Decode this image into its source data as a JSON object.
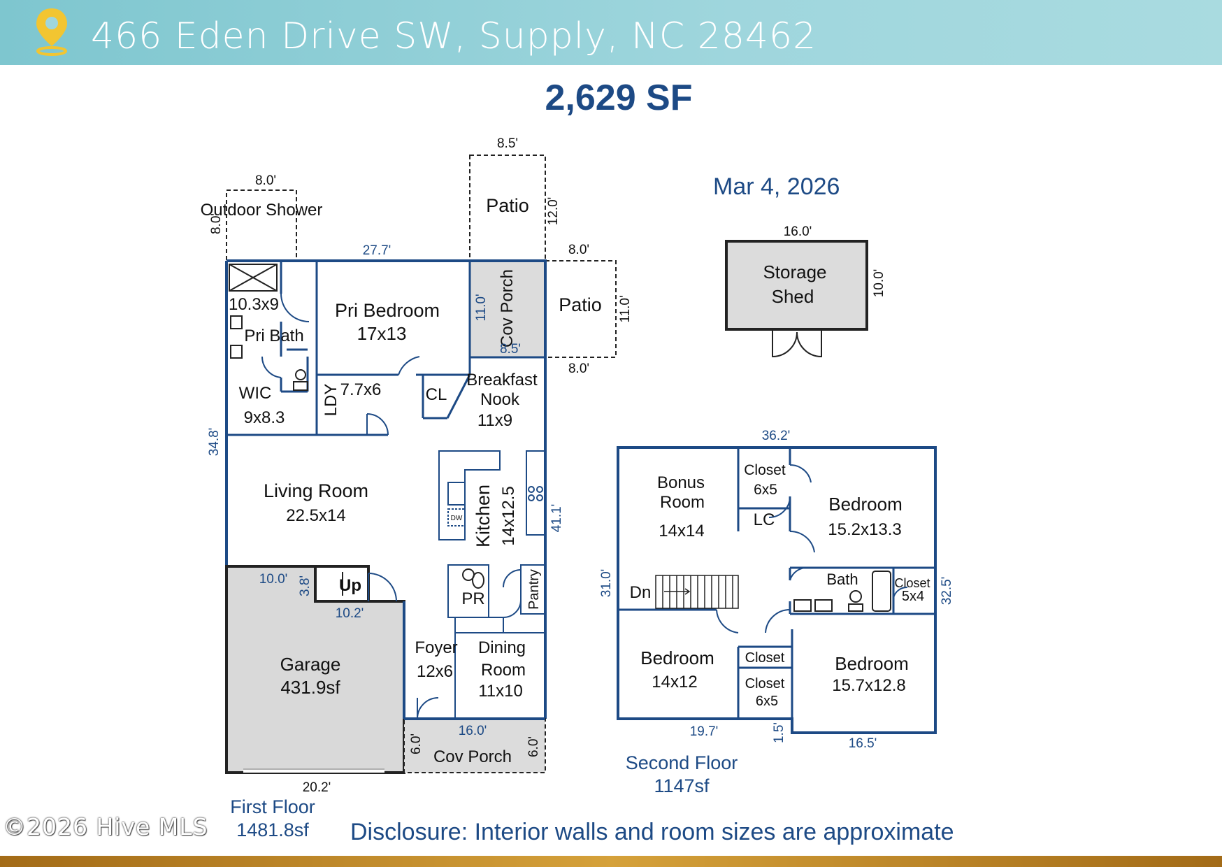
{
  "header": {
    "address": "466 Eden Drive SW,  Supply, NC 28462",
    "icon": "location-pin-icon",
    "background_color": "#8fd0d7",
    "pin_color": "#f2c531"
  },
  "total_area": "2,629 SF",
  "date": "Mar 4, 2026",
  "disclosure": "Disclosure: Interior walls and room sizes are approximate",
  "copyright": "©2026 Hive MLS",
  "accent_color": "#1d4a85",
  "first_floor": {
    "caption_name": "First Floor",
    "caption_area": "1481.8sf",
    "rooms": {
      "outdoor_shower": "Outdoor Shower",
      "pri_bath_size": "10.3x9",
      "pri_bath": "Pri Bath",
      "pri_bedroom": "Pri Bedroom",
      "pri_bedroom_size": "17x13",
      "cov_porch_rear": "Cov Porch",
      "patio_top": "Patio",
      "patio_right": "Patio",
      "wic": "WIC",
      "wic_size": "9x8.3",
      "ldy": "LDY",
      "ldy_size": "7.7x6",
      "cl": "CL",
      "breakfast_line1": "Breakfast",
      "breakfast_line2": "Nook",
      "breakfast_size": "11x9",
      "living_room": "Living Room",
      "living_size": "22.5x14",
      "kitchen": "Kitchen",
      "kitchen_size": "14x12.5",
      "dw": "DW",
      "up": "Up",
      "pr": "PR",
      "pantry": "Pantry",
      "garage": "Garage",
      "garage_area": "431.9sf",
      "foyer": "Foyer",
      "foyer_size": "12x6",
      "dining_line1": "Dining",
      "dining_line2": "Room",
      "dining_size": "11x10",
      "cov_porch_front": "Cov Porch"
    },
    "dimensions": {
      "shower_w": "8.0'",
      "shower_h": "8.0'",
      "top_width": "27.7'",
      "patio_top_w": "8.5'",
      "patio_top_h": "12.0'",
      "patio_right_top": "8.0'",
      "patio_right_bottom": "8.0'",
      "patio_right_h": "11.0'",
      "cov_porch_h": "11.0'",
      "cov_porch_w": "8.5'",
      "left_height": "34.8'",
      "right_height": "41.1'",
      "stair_w": "10.0'",
      "stair_h": "3.8'",
      "stair_bottom": "10.2'",
      "front_porch_w": "16.0'",
      "front_porch_left": "6.0'",
      "front_porch_right": "6.0'",
      "garage_w": "20.2'"
    }
  },
  "storage_shed": {
    "line1": "Storage",
    "line2": "Shed",
    "width": "16.0'",
    "height": "10.0'"
  },
  "second_floor": {
    "caption_name": "Second Floor",
    "caption_area": "1147sf",
    "rooms": {
      "bonus_line1": "Bonus",
      "bonus_line2": "Room",
      "bonus_size": "14x14",
      "closet_top": "Closet",
      "closet_top_size": "6x5",
      "lc": "LC",
      "bedroom_ne": "Bedroom",
      "bedroom_ne_size": "15.2x13.3",
      "bath": "Bath",
      "closet_bath": "Closet",
      "closet_bath_size": "5x4",
      "dn": "Dn",
      "bedroom_sw": "Bedroom",
      "bedroom_sw_size": "14x12",
      "closet_mid": "Closet",
      "closet_low": "Closet",
      "closet_low_size": "6x5",
      "bedroom_se": "Bedroom",
      "bedroom_se_size": "15.7x12.8"
    },
    "dimensions": {
      "top_width": "36.2'",
      "left_height": "31.0'",
      "right_height": "32.5'",
      "bottom_left": "19.7'",
      "step": "1.5'",
      "bottom_right": "16.5'"
    }
  }
}
